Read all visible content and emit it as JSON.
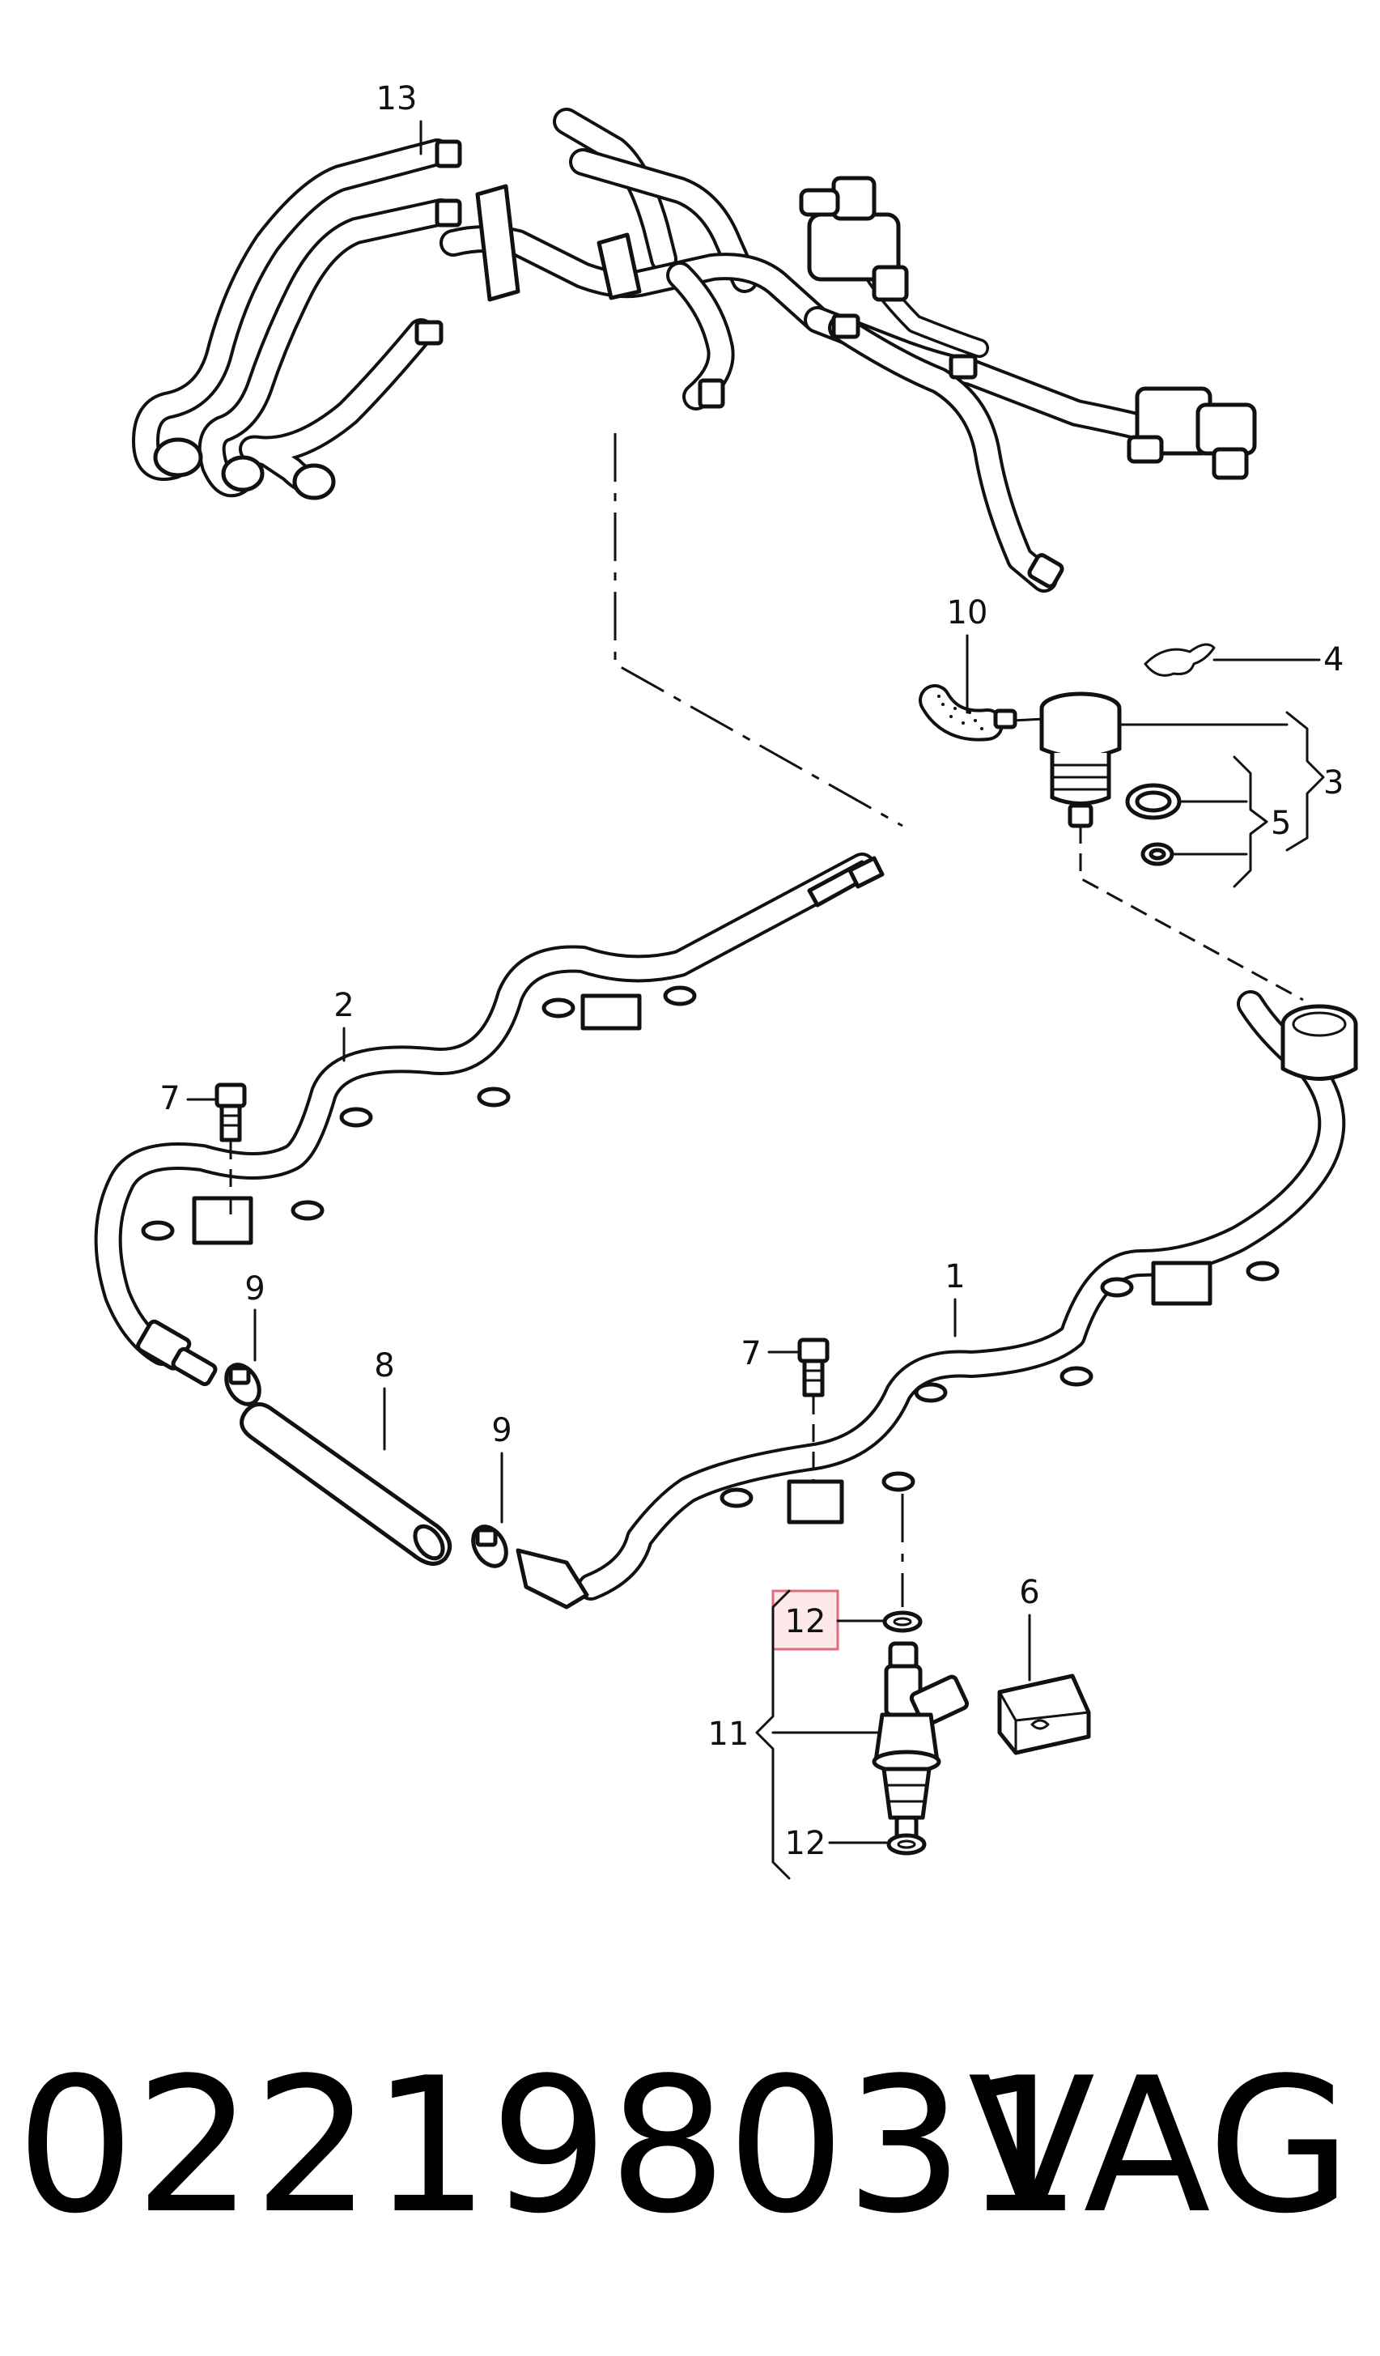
{
  "callouts": {
    "c1": "1",
    "c2": "2",
    "c3": "3",
    "c4": "4",
    "c5": "5",
    "c6": "6",
    "c7a": "7",
    "c7b": "7",
    "c8": "8",
    "c9a": "9",
    "c9b": "9",
    "c10": "10",
    "c11": "11",
    "c12a": "12",
    "c12b": "12",
    "c13": "13"
  },
  "footer": {
    "part_number": "022198031",
    "brand": "VAG"
  },
  "colors": {
    "highlight_fill": "#fde8ea",
    "highlight_stroke": "#e26b7a",
    "line": "#111111"
  }
}
